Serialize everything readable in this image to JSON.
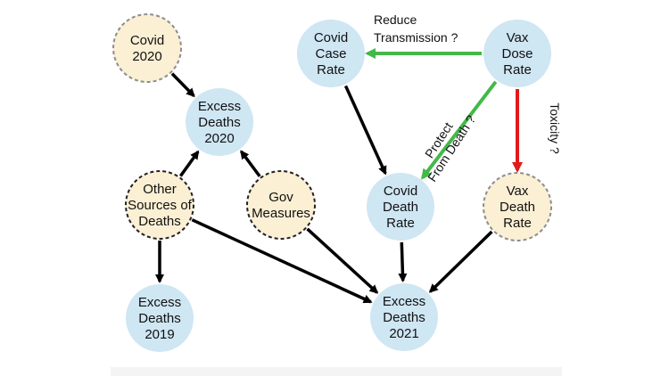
{
  "colors": {
    "node_blue": "#cfe6f3",
    "node_yellow": "#fbefd4",
    "edge_black": "#000000",
    "edge_green": "#44b849",
    "edge_red": "#e11b1b",
    "border_gray": "#8d8d8d",
    "border_black": "#222222"
  },
  "nodes": [
    {
      "id": "covid2020",
      "lines": [
        "Covid",
        "2020"
      ],
      "style": "yellow-dashed-gray"
    },
    {
      "id": "excess2020",
      "lines": [
        "Excess",
        "Deaths",
        "2020"
      ],
      "style": "blue"
    },
    {
      "id": "other",
      "lines": [
        "Other",
        "Sources of",
        "Deaths"
      ],
      "style": "yellow-dashed-black"
    },
    {
      "id": "gov",
      "lines": [
        "Gov",
        "Measures"
      ],
      "style": "yellow-dashed-black"
    },
    {
      "id": "excess2019",
      "lines": [
        "Excess",
        "Deaths",
        "2019"
      ],
      "style": "blue"
    },
    {
      "id": "casert",
      "lines": [
        "Covid",
        "Case",
        "Rate"
      ],
      "style": "blue"
    },
    {
      "id": "vaxdose",
      "lines": [
        "Vax",
        "Dose",
        "Rate"
      ],
      "style": "blue"
    },
    {
      "id": "coviddeath",
      "lines": [
        "Covid",
        "Death",
        "Rate"
      ],
      "style": "blue"
    },
    {
      "id": "vaxdeath",
      "lines": [
        "Vax",
        "Death",
        "Rate"
      ],
      "style": "yellow-dashed-gray"
    },
    {
      "id": "excess2021",
      "lines": [
        "Excess",
        "Deaths",
        "2021"
      ],
      "style": "blue"
    }
  ],
  "edges": [
    {
      "from": "covid2020",
      "to": "excess2020",
      "color": "black"
    },
    {
      "from": "other",
      "to": "excess2020",
      "color": "black"
    },
    {
      "from": "gov",
      "to": "excess2020",
      "color": "black"
    },
    {
      "from": "other",
      "to": "excess2019",
      "color": "black"
    },
    {
      "from": "other",
      "to": "excess2021",
      "color": "black"
    },
    {
      "from": "gov",
      "to": "excess2021",
      "color": "black"
    },
    {
      "from": "casert",
      "to": "coviddeath",
      "color": "black"
    },
    {
      "from": "coviddeath",
      "to": "excess2021",
      "color": "black"
    },
    {
      "from": "vaxdeath",
      "to": "excess2021",
      "color": "black"
    },
    {
      "from": "vaxdose",
      "to": "casert",
      "color": "green"
    },
    {
      "from": "vaxdose",
      "to": "coviddeath",
      "color": "green"
    },
    {
      "from": "vaxdose",
      "to": "vaxdeath",
      "color": "red"
    }
  ],
  "edge_labels": {
    "reduce": [
      "Reduce",
      "Transmission ?"
    ],
    "protect": [
      "Protect",
      "From Death ?"
    ],
    "toxicity": "Toxicity ?"
  }
}
